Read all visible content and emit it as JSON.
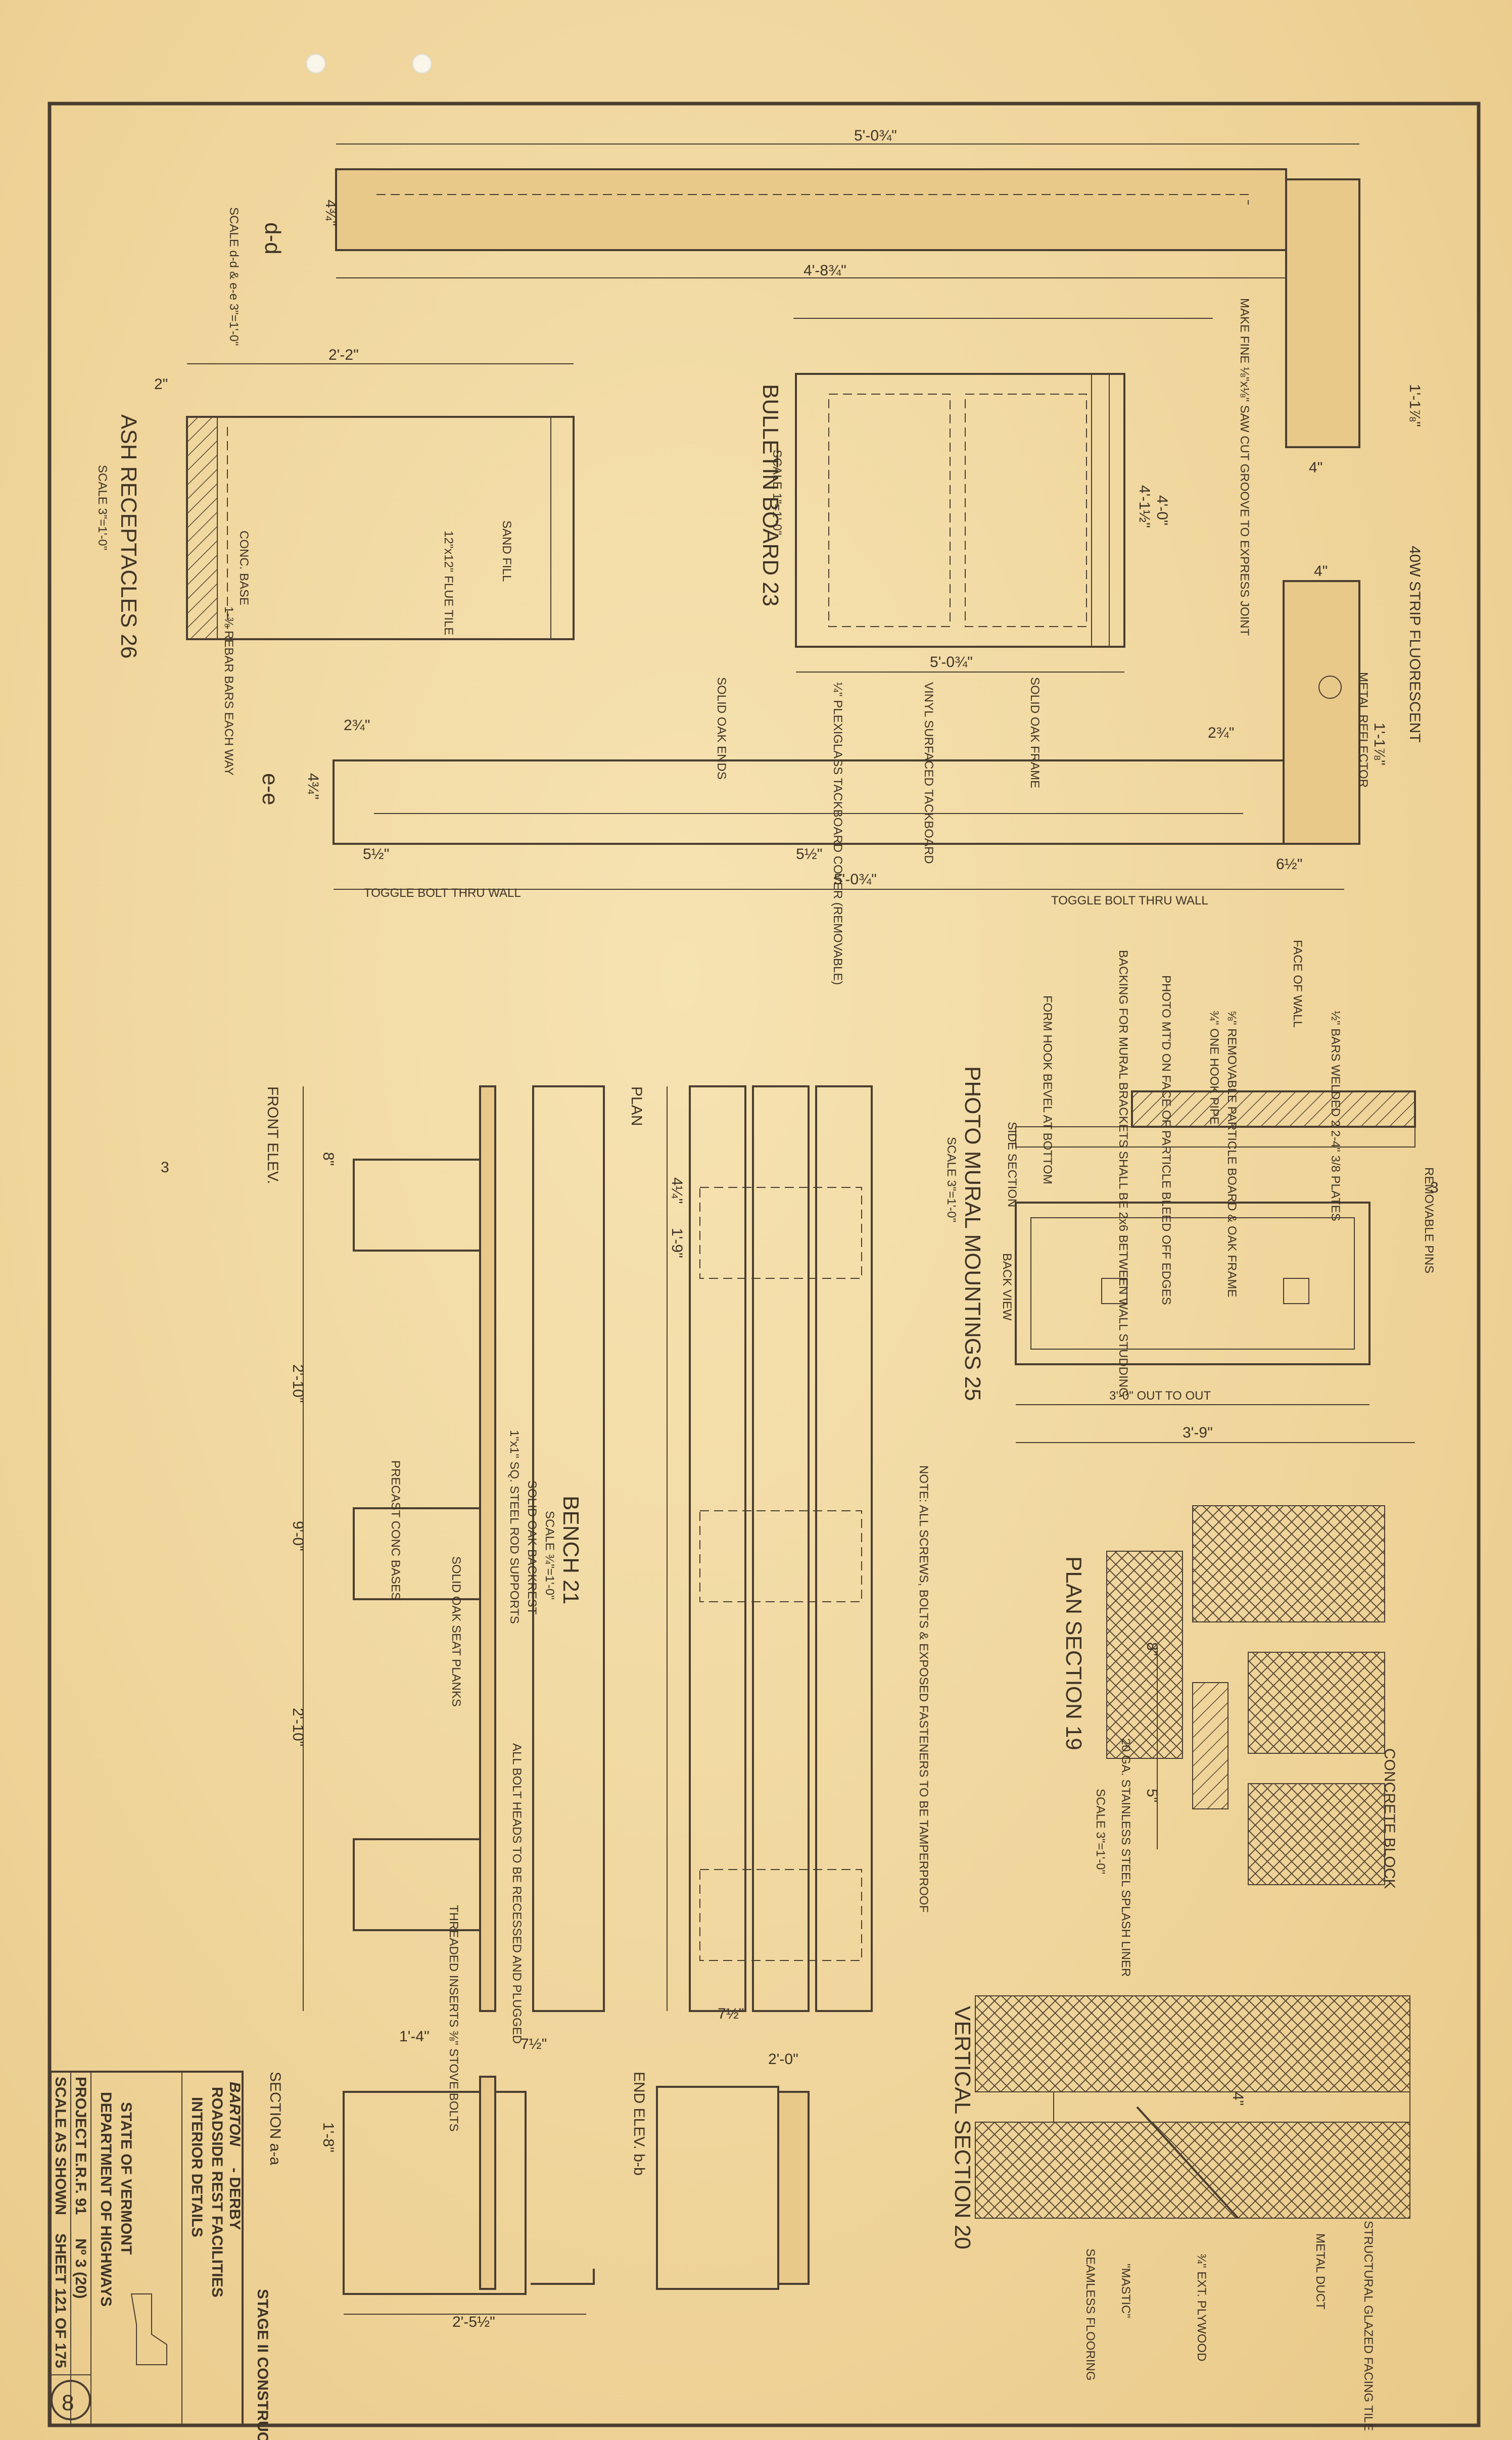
{
  "dimensions": {
    "board_length": "5'-0¾\"",
    "board_inner": "4'-8¾\"",
    "board_depth": "4¾\"",
    "board_height": "1'-1⅞\"",
    "board_end": "4\"",
    "bb_width": "4'-1½\"",
    "bb_inner": "4'-0\"",
    "bb_bottom": "5'-0¾\"",
    "ash_width": "2'-2\"",
    "ash_top": "2\"",
    "ee_depth": "4¾\"",
    "ee_a": "2¾\"",
    "ee_b": "5½\"",
    "ee_c": "5½\"",
    "ee_length": "5'-0¾\"",
    "ee_right": "6½\"",
    "light_a": "4\"",
    "light_b": "1'-1⅞\"",
    "light_c": "2¾\"",
    "mural_out": "3'-0\" OUT TO OUT",
    "mural_total": "3'-9\"",
    "bench_total": "9'-0\"",
    "bench_a": "2'-10\"",
    "bench_b": "2'-10\"",
    "bench_c": "8\"",
    "bench_d": "1'-9\"",
    "bench_e": "4¼\"",
    "bench_f": "7½\"",
    "bench_g": "2'-0\"",
    "bench_h": "1'-4\"",
    "bench_i": "1'-8\"",
    "bench_j": "2'-5½\"",
    "bench_k": "7½\"",
    "plan_a": "8\"",
    "plan_b": "5\"",
    "vert_a": "4\""
  },
  "labels": {
    "dd": "d-d",
    "dd_scale": "SCALE d-d & e-e  3\"=1'-0\"",
    "make_fine": "MAKE FINE ⅛\"x⅛\" SAW CUT GROOVE TO EXPRESS JOINT",
    "bulletin_title": "BULLETIN BOARD 23",
    "bulletin_scale": "SCALE 1\"=1'-0\"",
    "solid_oak_frame": "SOLID OAK FRAME",
    "vinyl_tackboard": "VINYL SURFACED TACKBOARD",
    "plexiglass": "¼\" PLEXIGLASS TACKBOARD COVER (REMOVABLE)",
    "solid_oak_ends": "SOLID OAK ENDS",
    "ash_title": "ASH RECEPTACLES 26",
    "ash_scale": "SCALE 3\"=1'-0\"",
    "sand_fill": "SAND FILL",
    "flue_tile": "12\"x12\" FLUE TILE",
    "conc_base": "CONC. BASE",
    "rebars": "1-⅜ REBAR BARS EACH WAY",
    "ee": "e-e",
    "toggle_bolt": "TOGGLE BOLT THRU WALL",
    "toggle_bolt2": "TOGGLE BOLT THRU WALL",
    "strip_fluorescent": "40W STRIP FLUORESCENT",
    "metal_reflector": "METAL REFLECTOR",
    "photo_title": "PHOTO MURAL MOUNTINGS 25",
    "photo_scale": "SCALE 3\"=1'-0\"",
    "bars_welded": "½\" BARS WELDED 2 2-4\" 3/8 PLATES",
    "face_of_wall": "FACE OF WALL",
    "removable_pins": "REMOVABLE PINS",
    "particle_board": "⅝\" REMOVABLE PARTICLE BOARD & OAK FRAME",
    "pipe_hook": "¾\" ONE HOOK PIPE",
    "photo_mtd": "PHOTO MT'D ON FACE OF PARTICLE BLEED OFF EDGES",
    "backing": "BACKING FOR MURAL BRACKETS SHALL BE 2x6 BETWEEN WALL STUDDING",
    "form_hook": "FORM HOOK BEVEL AT BOTTOM",
    "side_section": "SIDE SECTION",
    "back_view": "BACK VIEW",
    "note": "NOTE: ALL SCREWS, BOLTS & EXPOSED FASTENERS TO BE TAMPERPROOF",
    "bench_title": "BENCH 21",
    "bench_scale": "SCALE ¾\"=1'-0\"",
    "plan": "PLAN",
    "front_elev": "FRONT ELEV.",
    "precast_conc": "PRECAST CONC BASES",
    "solid_oak_backrest": "SOLID OAK BACKREST",
    "steel_rod": "1\"x1\" SQ. STEEL ROD SUPPORTS",
    "seat_planks": "SOLID OAK SEAT PLANKS",
    "bolt_heads": "ALL BOLT HEADS TO BE RECESSED AND PLUGGED",
    "threaded_inserts": "THREADED INSERTS ⅜\" STOVE BOLTS",
    "section_aa": "SECTION a-a",
    "end_elev": "END ELEV. b-b",
    "plan_section_title": "PLAN SECTION 19",
    "plan_section_scale": "SCALE 3\"=1'-0\"",
    "concrete_block": "CONCRETE BLOCK",
    "splash_liner": "20 GA. STAINLESS STEEL SPLASH LINER",
    "vertical_section_title": "VERTICAL SECTION 20",
    "structural_tile": "STRUCTURAL GLAZED FACING TILE",
    "metal_duct": "METAL DUCT",
    "ext_plywood": "¾\" EXT. PLYWOOD",
    "mastic": "\"MASTIC\"",
    "seamless_flooring": "SEAMLESS FLOORING",
    "margin_3": "3",
    "margin_3b": "3"
  },
  "title_block": {
    "stage": "STAGE II CONSTRUCTION",
    "location_hand": "BARTON",
    "location": "- DERBY",
    "project": "ROADSIDE REST FACILITIES",
    "subject": "INTERIOR DETAILS",
    "state": "STATE OF VERMONT",
    "department": "DEPARTMENT OF HIGHWAYS",
    "project_no_label": "PROJECT",
    "project_no": "E.R.F. 91",
    "project_no_num": "Nº 3 (20)",
    "scale": "SCALE AS SHOWN",
    "sheet": "SHEET 121 OF 175",
    "sheet_number": "8"
  }
}
